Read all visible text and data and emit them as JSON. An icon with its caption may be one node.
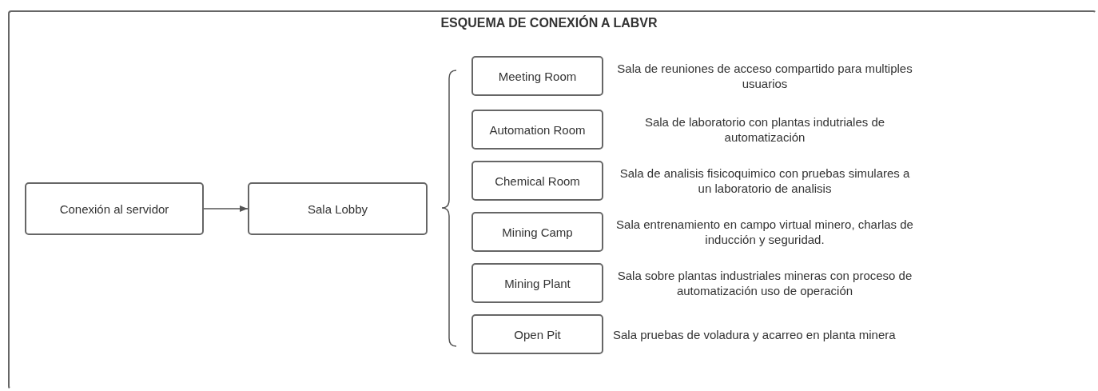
{
  "diagram": {
    "title": "ESQUEMA DE CONEXIÓN A LABVR",
    "nodes": [
      {
        "text": [
          "Conexión al servidor"
        ]
      },
      {
        "text": [
          "Sala Lobby"
        ]
      },
      {
        "text": [
          "Meeting Room"
        ],
        "beside": [
          "Sala de reuniones de acceso compartido para multiples usuarios"
        ]
      },
      {
        "text": [
          "Automation Room"
        ],
        "beside": [
          "Sala de laboratorio con plantas indutriales de automatización"
        ]
      },
      {
        "text": [
          "Chemical Room"
        ],
        "beside": [
          "Sala de analisis fisicoquimico con pruebas simulares a un laboratorio de analisis"
        ]
      },
      {
        "text": [
          "Mining Camp"
        ],
        "beside": [
          "Sala entrenamiento en campo virtual minero, charlas de inducción y seguridad."
        ]
      },
      {
        "text": [
          "Mining Plant"
        ],
        "beside": [
          "Sala sobre plantas industriales mineras con proceso de automatización uso de operación"
        ]
      },
      {
        "text": [
          "Open Pit"
        ],
        "beside": [
          "Sala pruebas de voladura y acarreo en planta minera"
        ]
      }
    ],
    "edges": [
      {
        "from": 0,
        "to": 1,
        "arrow": "to"
      }
    ]
  }
}
